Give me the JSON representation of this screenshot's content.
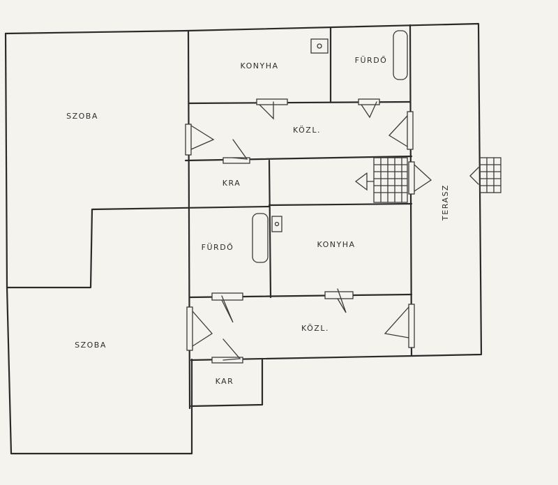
{
  "plan": {
    "rooms": {
      "szoba_top": "SZOBA",
      "konyha_top": "KONYHA",
      "furdo_top": "FÜRDŐ",
      "kozl_top": "KÖZL.",
      "kra": "KRA",
      "terasz": "TERASZ",
      "furdo_bottom": "FÜRDŐ",
      "konyha_bottom": "KONYHA",
      "kozl_bottom": "KÖZL.",
      "szoba_bottom": "SZOBA",
      "kar": "KAR"
    }
  }
}
